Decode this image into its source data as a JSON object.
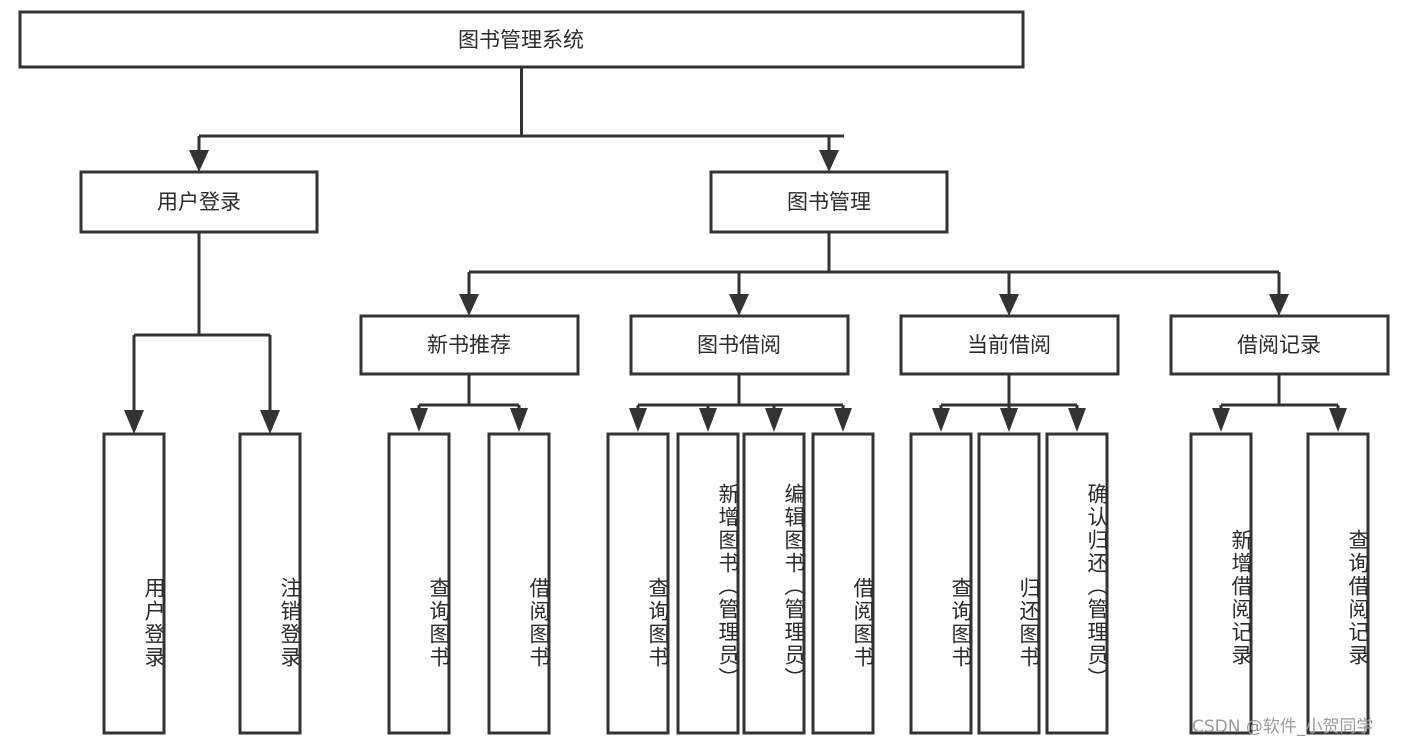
{
  "diagram": {
    "type": "tree-hierarchy-chart",
    "title": "图书管理系统",
    "colors": {
      "box_fill": "#ffffff",
      "box_stroke": "#333333",
      "text": "#2b2b2b",
      "watermark": "#9b9b9b",
      "background": "#ffffff"
    },
    "root": {
      "label": "图书管理系统"
    },
    "level2": [
      {
        "label": "用户登录"
      },
      {
        "label": "图书管理"
      }
    ],
    "level3": [
      {
        "label": "新书推荐"
      },
      {
        "label": "图书借阅"
      },
      {
        "label": "当前借阅"
      },
      {
        "label": "借阅记录"
      }
    ],
    "leaves": {
      "user_login": [
        {
          "label": "用户登录"
        },
        {
          "label": "注销登录"
        }
      ],
      "new_book_recommend": [
        {
          "label": "查询图书"
        },
        {
          "label": "借阅图书"
        }
      ],
      "book_borrow": [
        {
          "label": "查询图书"
        },
        {
          "label": "新增图书（管理员）"
        },
        {
          "label": "编辑图书（管理员）"
        },
        {
          "label": "借阅图书"
        }
      ],
      "current_borrow": [
        {
          "label": "查询图书"
        },
        {
          "label": "归还图书"
        },
        {
          "label": "确认归还（管理员）"
        }
      ],
      "borrow_record": [
        {
          "label": "新增借阅记录"
        },
        {
          "label": "查询借阅记录"
        }
      ]
    },
    "watermark": "CSDN @软件_小贺同学"
  }
}
